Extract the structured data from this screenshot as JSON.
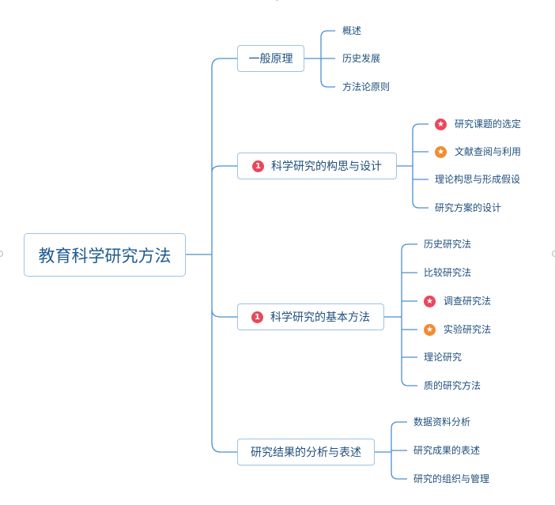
{
  "root": {
    "label": "教育科学研究方法"
  },
  "branches": [
    {
      "label": "一般原理",
      "children": [
        {
          "label": "概述"
        },
        {
          "label": "历史发展"
        },
        {
          "label": "方法论原则"
        }
      ]
    },
    {
      "label": "科学研究的构思与设计",
      "badge": "1",
      "children": [
        {
          "label": "研究课题的选定",
          "icon": "star-icon",
          "icon_color": "#e9485a"
        },
        {
          "label": "文献查阅与利用",
          "icon": "star-icon",
          "icon_color": "#f08c33"
        },
        {
          "label": "理论构思与形成假设"
        },
        {
          "label": "研究方案的设计"
        }
      ]
    },
    {
      "label": "科学研究的基本方法",
      "badge": "1",
      "children": [
        {
          "label": "历史研究法"
        },
        {
          "label": "比较研究法"
        },
        {
          "label": "调查研究法",
          "icon": "star-icon",
          "icon_color": "#e9485a"
        },
        {
          "label": "实验研究法",
          "icon": "star-icon",
          "icon_color": "#f08c33"
        },
        {
          "label": "理论研究"
        },
        {
          "label": "质的研究方法"
        }
      ]
    },
    {
      "label": "研究结果的分析与表述",
      "children": [
        {
          "label": "数据资料分析"
        },
        {
          "label": "研究成果的表述"
        },
        {
          "label": "研究的组织与管理"
        }
      ]
    }
  ],
  "colors": {
    "line": "#4b8fd0",
    "node_border": "#9ec3e2",
    "text": "#1f4f7c",
    "badge_red": "#e9485a",
    "badge_orange": "#f08c33"
  }
}
